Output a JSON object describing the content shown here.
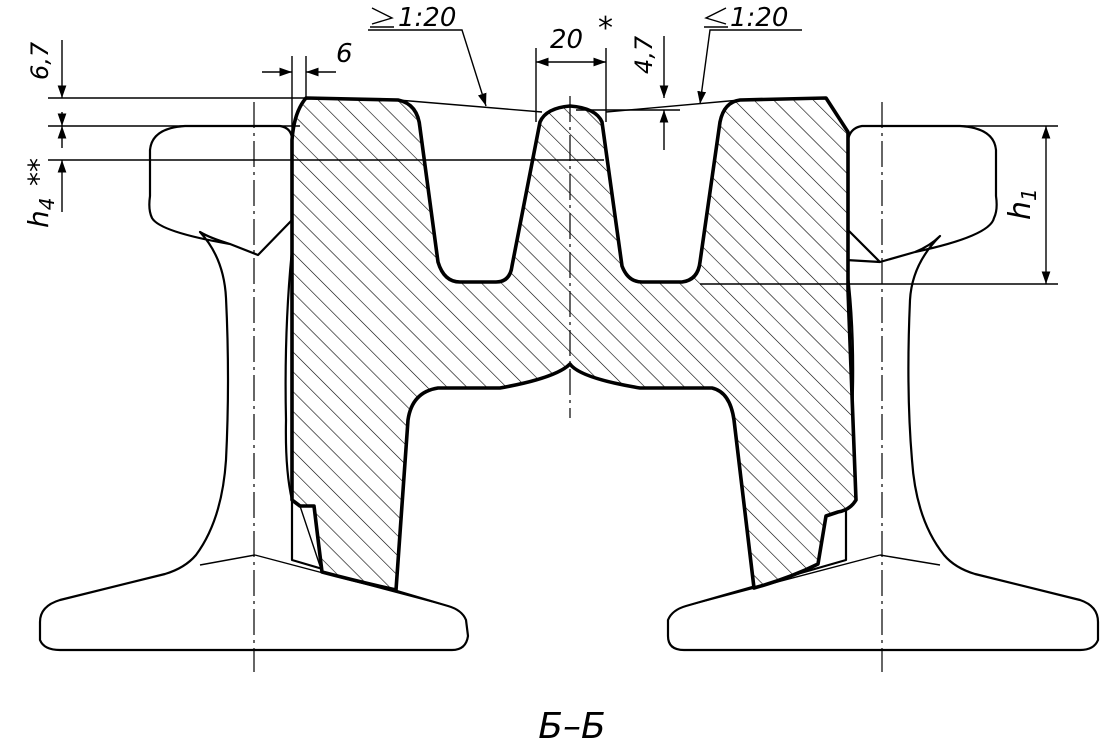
{
  "dimensions": {
    "slope_left": "1:20",
    "slope_right": "1:20",
    "width_20": "20",
    "star_single": "*",
    "dim_47": "4,7",
    "dim_67": "6,7",
    "dim_6": "6",
    "star_double": "**",
    "h4": "h",
    "h4_sub": "4",
    "h1": "h",
    "h1_sub": "1"
  },
  "section_label": "Б–Б",
  "colors": {
    "line": "#000000",
    "background": "#ffffff"
  }
}
